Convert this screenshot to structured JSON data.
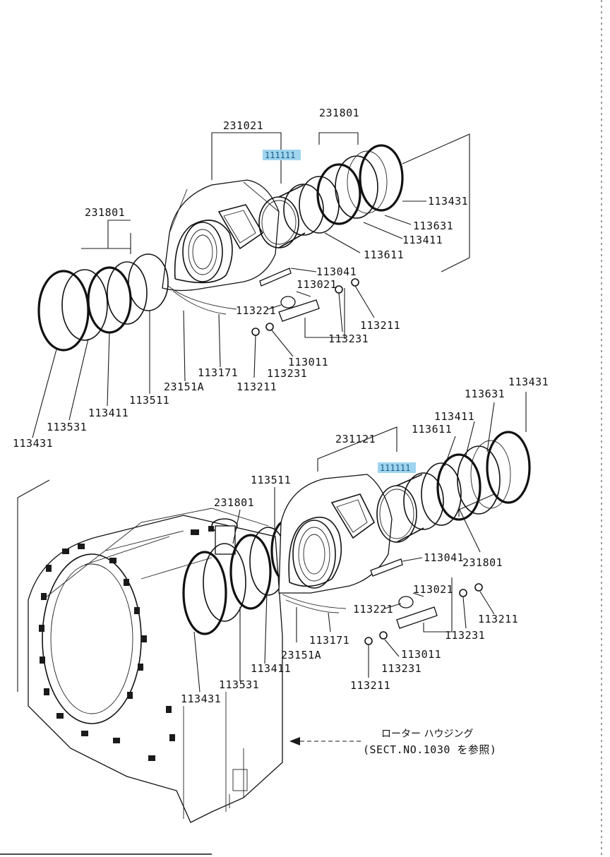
{
  "diagram": {
    "upper_assembly": {
      "labels": {
        "housing": "231021",
        "highlight": "111111",
        "ring_set_right": "231801",
        "ring_set_left": "231801",
        "seal_outer_right": "113431",
        "seal_113631": "113631",
        "seal_113411_right": "113411",
        "seal_113611": "113611",
        "part_113041": "113041",
        "part_113021": "113021",
        "part_113221": "113221",
        "part_113211_right": "113211",
        "part_113231_right": "113231",
        "part_113011": "113011",
        "part_113231_lower": "113231",
        "part_113211_lower": "113211",
        "part_113171": "113171",
        "part_23151A": "23151A",
        "part_113511": "113511",
        "part_113411_left": "113411",
        "part_113531": "113531",
        "part_113431_left": "113431"
      }
    },
    "lower_assembly": {
      "labels": {
        "seal_outer_right": "113431",
        "seal_113631": "113631",
        "seal_113411_right": "113411",
        "seal_113611": "113611",
        "housing": "231121",
        "highlight": "111111",
        "part_113511": "113511",
        "ring_set_left": "231801",
        "ring_set_right": "231801",
        "part_113041": "113041",
        "part_113021": "113021",
        "part_113221": "113221",
        "part_113211_right": "113211",
        "part_113231_right": "113231",
        "part_113011": "113011",
        "part_113231_lower": "113231",
        "part_113211_lower": "113211",
        "part_113171": "113171",
        "part_23151A": "23151A",
        "part_113411_left": "113411",
        "part_113531": "113531",
        "part_113431_left": "113431"
      }
    },
    "reference": {
      "line1": "ローター ハウジング",
      "line2": "(SECT.NO.1030 を参照)"
    }
  }
}
